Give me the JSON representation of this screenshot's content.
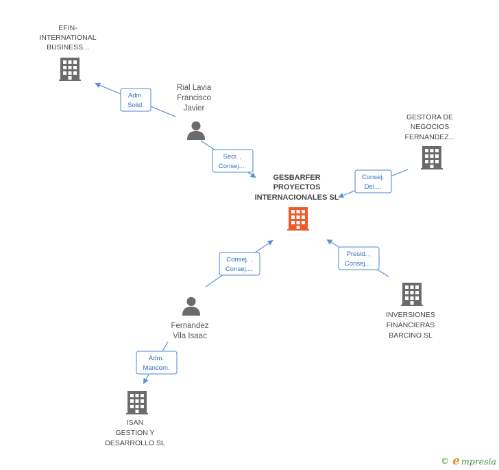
{
  "colors": {
    "edge": "#5a93d6",
    "edge_box_border": "#4a88d0",
    "edge_text": "#2f6fbf",
    "company_icon": "#6b6b6b",
    "center_icon": "#f05a28",
    "person_icon": "#6b6b6b",
    "brand_green": "#3c8a3c",
    "brand_orange": "#e3912c"
  },
  "nodes": {
    "center": {
      "icon": "building-icon",
      "lines": [
        "GESBARFER",
        "PROYECTOS",
        "INTERNACIONALES SL"
      ]
    },
    "efin": {
      "icon": "building-icon",
      "lines": [
        "EFIN-",
        "INTERNATIONAL",
        "BUSINESS..."
      ]
    },
    "gestora": {
      "icon": "building-icon",
      "lines": [
        "GESTORA DE",
        "NEGOCIOS",
        "FERNANDEZ..."
      ]
    },
    "inversiones": {
      "icon": "building-icon",
      "lines": [
        "INVERSIONES",
        "FINANCIERAS",
        "BARCINO  SL"
      ]
    },
    "isan": {
      "icon": "building-icon",
      "lines": [
        "ISAN",
        "GESTION Y",
        "DESARROLLO SL"
      ]
    },
    "rial": {
      "icon": "person-icon",
      "lines": [
        "Rial Lavia",
        "Francisco",
        "Javier"
      ]
    },
    "fernandez": {
      "icon": "person-icon",
      "lines": [
        "Fernandez",
        "Vila Isaac"
      ]
    }
  },
  "edges": {
    "rial_efin": [
      "Adm.",
      "Solid."
    ],
    "rial_center": [
      "Secr. ,",
      "Consej...."
    ],
    "gestora_center": [
      "Consej.",
      "Del...."
    ],
    "fernandez_center": [
      "Consej. ,",
      "Consej...."
    ],
    "inversiones_center": [
      "Presid. ,",
      "Consej...."
    ],
    "fernandez_isan": [
      "Adm.",
      "Mancom."
    ]
  },
  "footer": {
    "copyright": "©",
    "brand_initial": "e",
    "brand_rest": "mpresia"
  }
}
